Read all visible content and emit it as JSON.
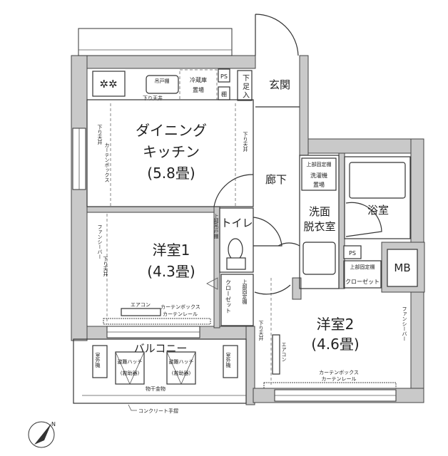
{
  "rooms": {
    "dk": {
      "name": "ダイニング",
      "name2": "キッチン",
      "size": "(5.8畳)"
    },
    "room1": {
      "name": "洋室1",
      "size": "(4.3畳)"
    },
    "room2": {
      "name": "洋室2",
      "size": "(4.6畳)"
    },
    "entrance": "玄関",
    "hallway": "廊下",
    "toilet": "トイレ",
    "washroom": {
      "line1": "洗面",
      "line2": "脱衣室"
    },
    "bath": "浴室",
    "balcony": "バルコニー",
    "closet1": "クローゼット",
    "closet2": "クローゼット",
    "mb": "MB"
  },
  "labels": {
    "ps1": "PS",
    "ps2": "PS",
    "fridge": "冷蔵庫\n置場",
    "fridge1": "冷蔵庫",
    "fridge2": "置場",
    "hanging_cabinet": "吊戸棚",
    "dropped_ceiling": "下り天井",
    "shelf": "棚",
    "shoe_box": "下足入",
    "shoe_box_chars": [
      "下",
      "足",
      "入"
    ],
    "washer1": "上部固定棚",
    "washer2": "洗濯機",
    "washer3": "置場",
    "upper_shelf": "上部固定棚",
    "curtain_box": "カーテンボックス",
    "curtain_rail": "カーテンレール",
    "fancy_bar": "ファンシーバー",
    "aircon": "エアコン",
    "outdoor_unit": "室外機",
    "hatch": "避難ハッチ",
    "hatch_sub": "(救助器)",
    "clothes_hanger": "物干金物",
    "concrete_rail": "コンクリート手摺",
    "upper_cabinet": "上部吊戸棚"
  },
  "compass": {
    "label": "N",
    "icon": "north-arrow-icon"
  }
}
